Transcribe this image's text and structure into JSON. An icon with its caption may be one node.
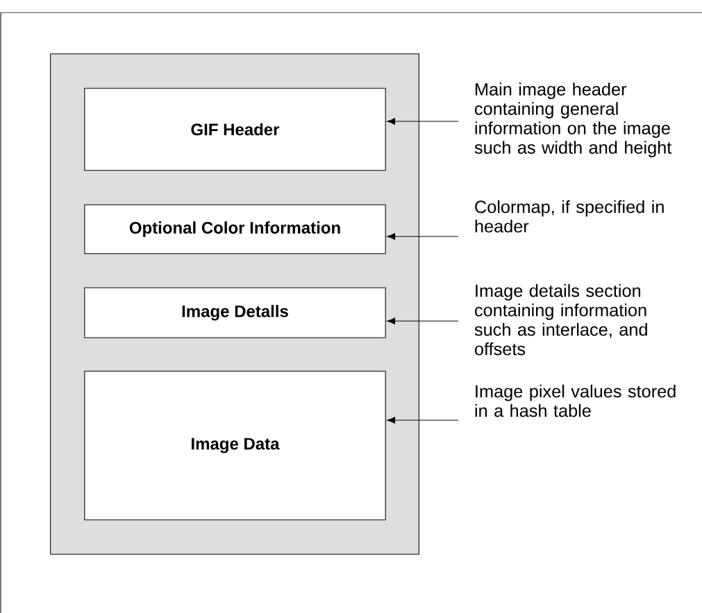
{
  "diagram": {
    "nodes": [
      {
        "text": [],
        "shape": "box"
      },
      {
        "text": [
          "GIF Header"
        ],
        "in": 0
      },
      {
        "text": [
          "Optional Color Information"
        ],
        "in": 0
      },
      {
        "text": [
          "Image Detalls"
        ],
        "in": 0
      },
      {
        "text": [
          "Image Data"
        ],
        "in": 0
      },
      {
        "text": [
          "Main image header containing general information on the image such as width and height"
        ]
      },
      {
        "text": [
          "Colormap, if specified in header"
        ]
      },
      {
        "text": [
          "Image details section containing information such as interlace, and offsets"
        ]
      },
      {
        "text": [
          "Image pixel values stored in a hash table"
        ]
      }
    ],
    "edges": [
      {
        "from": 5,
        "to": 1,
        "arrow": "to"
      },
      {
        "from": 6,
        "to": 2,
        "arrow": "to"
      },
      {
        "from": 7,
        "to": 3,
        "arrow": "to"
      },
      {
        "from": 8,
        "to": 4,
        "arrow": "to"
      }
    ]
  }
}
